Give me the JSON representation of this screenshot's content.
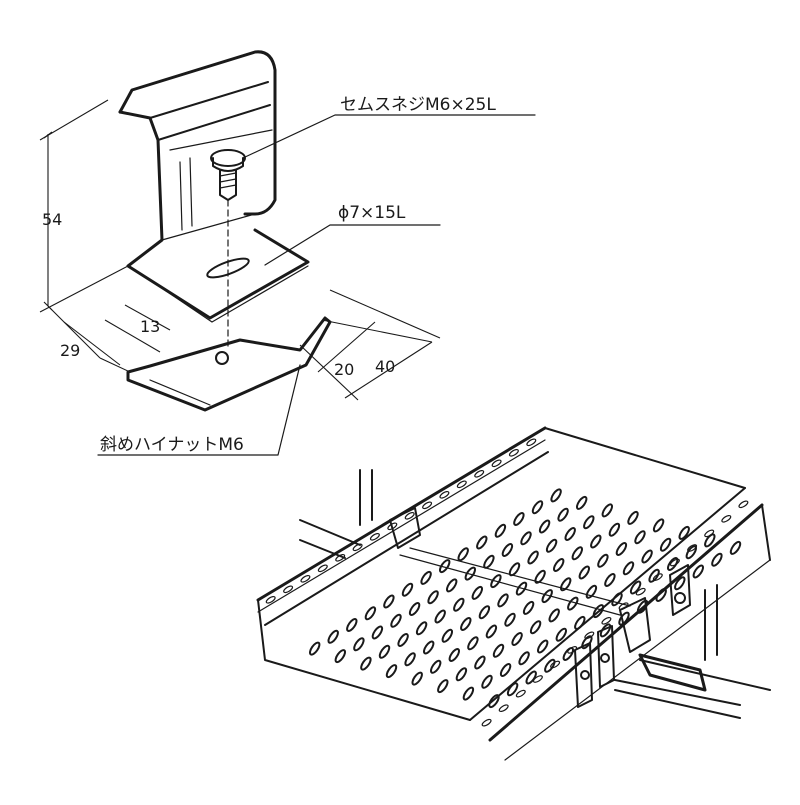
{
  "diagram": {
    "labels": {
      "screw": "セムスネジM6×25L",
      "hole": "ϕ7×15L",
      "nut": "斜めハイナットM6"
    },
    "dimensions": {
      "height": "54",
      "depth": "29",
      "offset": "13",
      "slot_width": "20",
      "plate_width": "40"
    }
  }
}
